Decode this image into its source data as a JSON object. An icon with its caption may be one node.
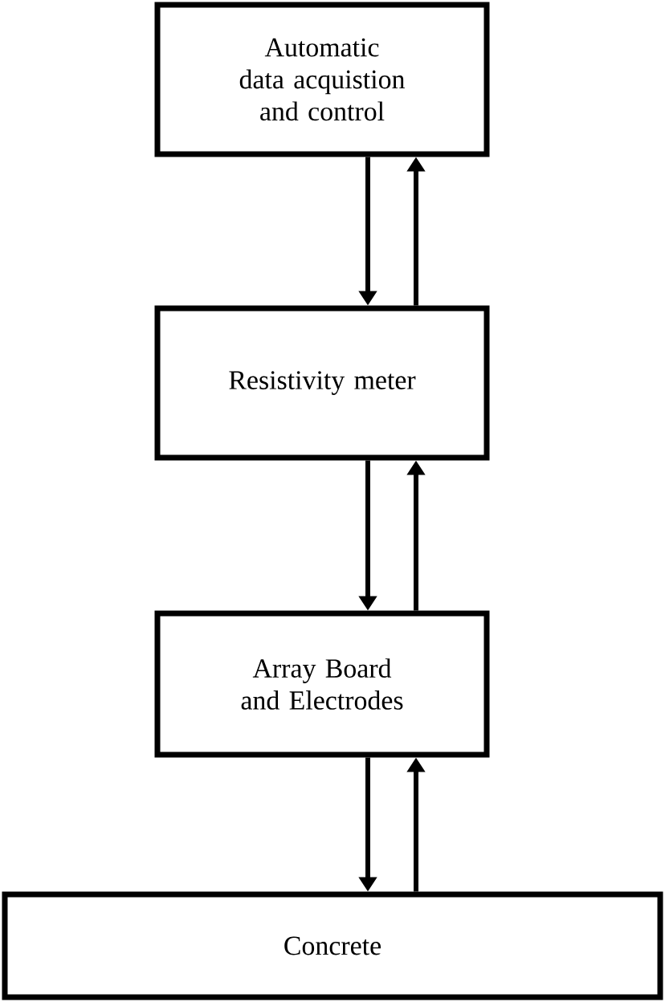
{
  "diagram": {
    "nodes": [
      {
        "text": [
          "Automatic data acquistion and control"
        ]
      },
      {
        "text": [
          "Resistivity meter"
        ]
      },
      {
        "text": [
          "Array Board and Electrodes"
        ]
      },
      {
        "text": [
          "Concrete"
        ]
      }
    ],
    "edges": [
      {
        "from": 0,
        "to": 1,
        "arrow": "to"
      },
      {
        "from": 1,
        "to": 0,
        "arrow": "to"
      },
      {
        "from": 1,
        "to": 2,
        "arrow": "to"
      },
      {
        "from": 2,
        "to": 1,
        "arrow": "to"
      },
      {
        "from": 2,
        "to": 3,
        "arrow": "to"
      },
      {
        "from": 3,
        "to": 2,
        "arrow": "to"
      }
    ]
  }
}
